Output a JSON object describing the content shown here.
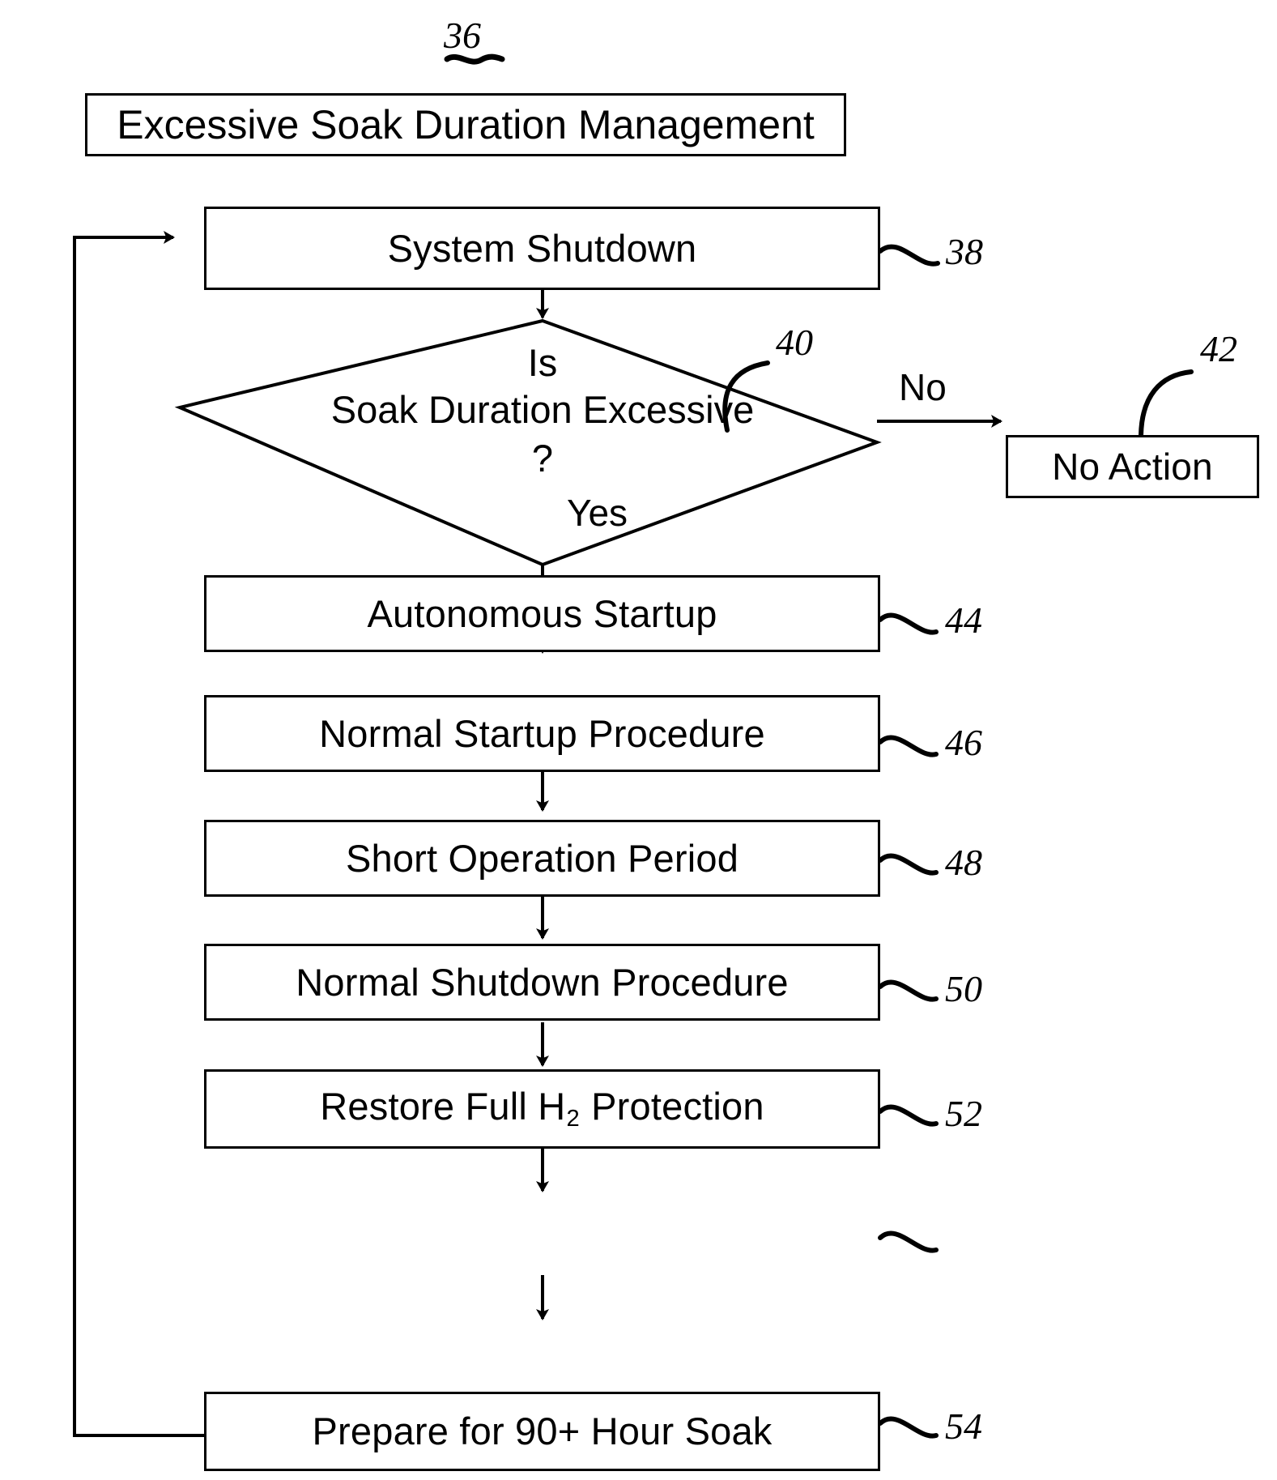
{
  "figure": {
    "number": "36",
    "title": "Excessive Soak Duration Management"
  },
  "nodes": {
    "title_box": {
      "label": "Excessive Soak Duration Management"
    },
    "shutdown": {
      "label": "System Shutdown",
      "ref": "38"
    },
    "decision": {
      "line1": "Is",
      "line2": "Soak Duration Excessive",
      "line3": "?",
      "ref": "40"
    },
    "no_action": {
      "label": "No Action",
      "ref": "42"
    },
    "autonomous_startup": {
      "label": "Autonomous Startup",
      "ref": "44"
    },
    "normal_startup": {
      "label": "Normal Startup Procedure",
      "ref": "46"
    },
    "short_operation": {
      "label": "Short Operation Period",
      "ref": "48"
    },
    "normal_shutdown": {
      "label": "Normal Shutdown Procedure",
      "ref": "50"
    },
    "restore_protection": {
      "label_before": "Restore Full H",
      "label_sub": "2",
      "label_after": " Protection",
      "ref": "52"
    },
    "prepare_soak": {
      "label": "Prepare for 90+ Hour Soak",
      "ref": "54"
    }
  },
  "edges": {
    "no_label": "No",
    "yes_label": "Yes"
  },
  "colors": {
    "stroke": "#000000",
    "fill": "#ffffff"
  }
}
